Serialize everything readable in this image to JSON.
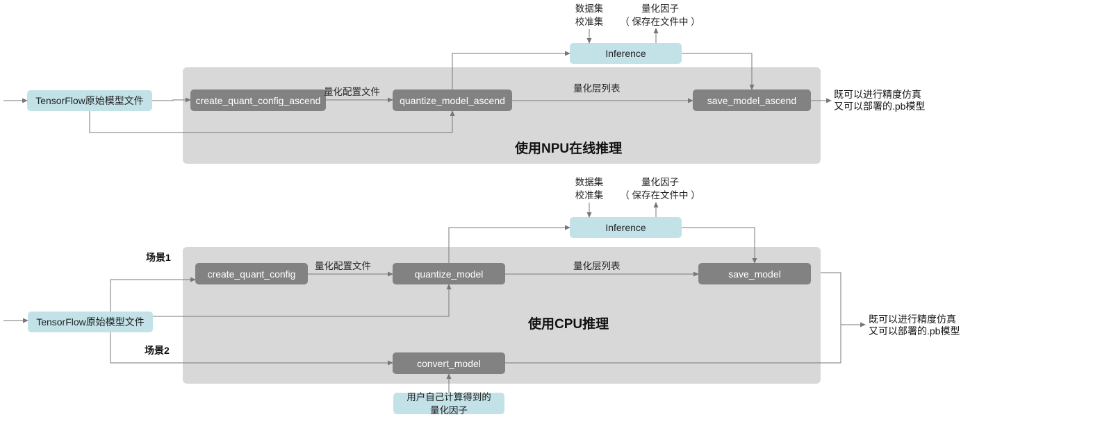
{
  "npu": {
    "title": "使用NPU在线推理",
    "tf_model": "TensorFlow原始模型文件",
    "create": "create_quant_config_ascend",
    "quantize": "quantize_model_ascend",
    "save": "save_model_ascend",
    "inference": "Inference",
    "config_label": "量化配置文件",
    "layers_label": "量化层列表",
    "dataset_line1": "数据集",
    "dataset_line2": "校准集",
    "factor_line1": "量化因子",
    "factor_line2": "（ 保存在文件中 ）",
    "output_line1": "既可以进行精度仿真",
    "output_line2": "又可以部署的.pb模型"
  },
  "cpu": {
    "title": "使用CPU推理",
    "scene1": "场景1",
    "scene2": "场景2",
    "tf_model": "TensorFlow原始模型文件",
    "create": "create_quant_config",
    "quantize": "quantize_model",
    "save": "save_model",
    "convert": "convert_model",
    "inference": "Inference",
    "user_factor_line1": "用户自己计算得到的",
    "user_factor_line2": "量化因子",
    "config_label": "量化配置文件",
    "layers_label": "量化层列表",
    "dataset_line1": "数据集",
    "dataset_line2": "校准集",
    "factor_line1": "量化因子",
    "factor_line2": "（ 保存在文件中 ）",
    "output_line1": "既可以进行精度仿真",
    "output_line2": "又可以部署的.pb模型"
  },
  "colors": {
    "panel": "#d8d8d8",
    "light_node": "#c2e2e8",
    "dark_node": "#828282",
    "connector": "#777777"
  }
}
